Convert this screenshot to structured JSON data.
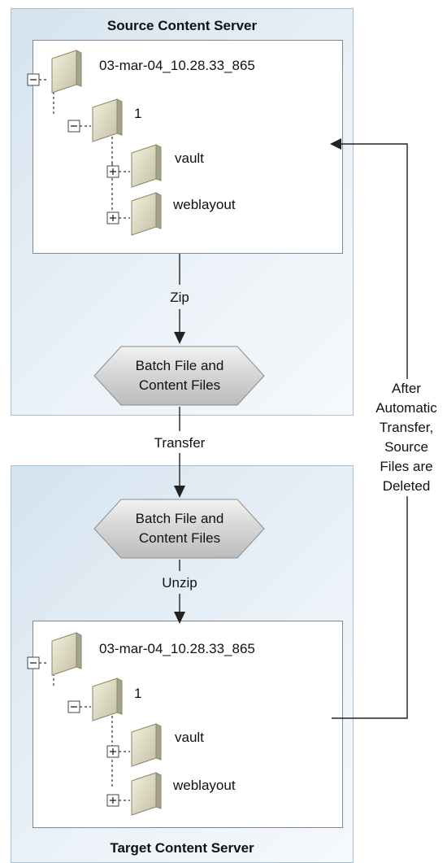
{
  "source": {
    "title": "Source Content Server",
    "tree": [
      {
        "label": "03-mar-04_10.28.33_865",
        "toggle": "collapse"
      },
      {
        "label": "1",
        "toggle": "collapse"
      },
      {
        "label": "vault",
        "toggle": "expand"
      },
      {
        "label": "weblayout",
        "toggle": "expand"
      }
    ],
    "zip_label": "Zip",
    "batch": [
      "Batch File and",
      "Content Files"
    ]
  },
  "transfer_label": "Transfer",
  "target": {
    "title": "Target Content Server",
    "batch": [
      "Batch File and",
      "Content Files"
    ],
    "unzip_label": "Unzip",
    "tree": [
      {
        "label": "03-mar-04_10.28.33_865",
        "toggle": "collapse"
      },
      {
        "label": "1",
        "toggle": "collapse"
      },
      {
        "label": "vault",
        "toggle": "expand"
      },
      {
        "label": "weblayout",
        "toggle": "expand"
      }
    ]
  },
  "side_note": [
    "After",
    "Automatic",
    "Transfer,",
    "Source",
    "Files are",
    "Deleted"
  ]
}
